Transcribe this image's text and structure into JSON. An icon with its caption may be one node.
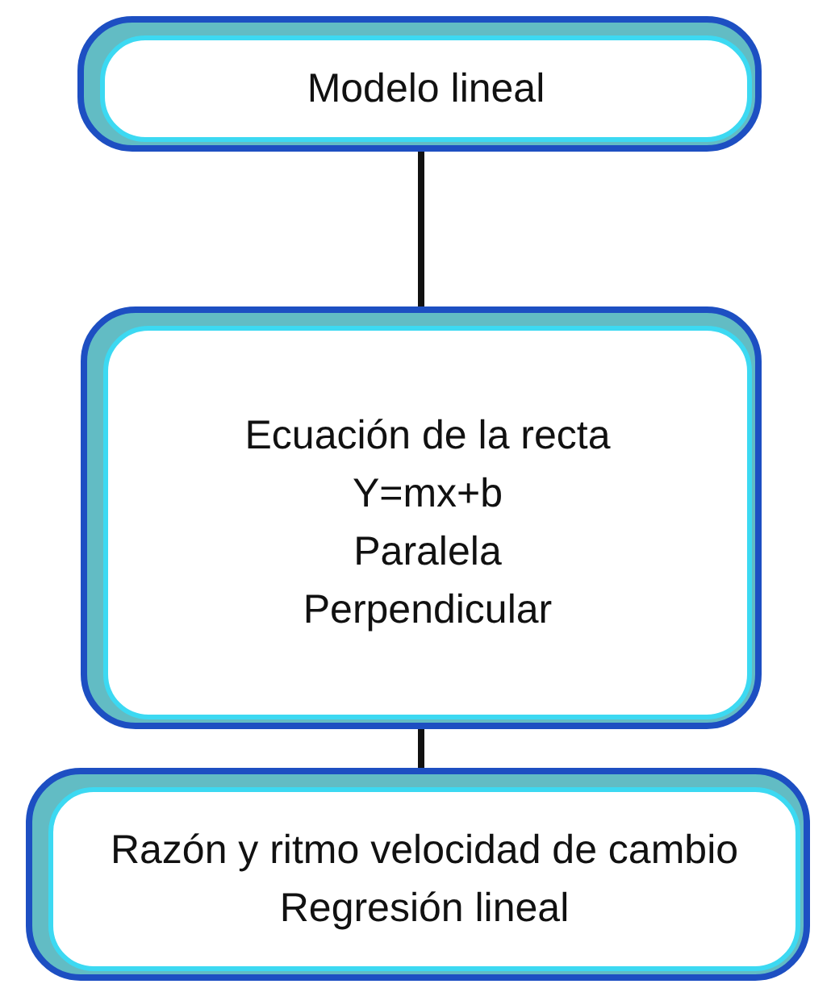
{
  "diagram": {
    "nodes": [
      {
        "text": [
          "Modelo lineal"
        ]
      },
      {
        "text": [
          "Ecuación de la recta",
          "Y=mx+b",
          "Paralela",
          "Perpendicular"
        ]
      },
      {
        "text": [
          "Razón y ritmo velocidad de cambio",
          "Regresión lineal"
        ]
      }
    ],
    "edges": [
      {
        "from": 0,
        "to": 1,
        "arrow": "none"
      },
      {
        "from": 1,
        "to": 2,
        "arrow": "none"
      }
    ]
  }
}
